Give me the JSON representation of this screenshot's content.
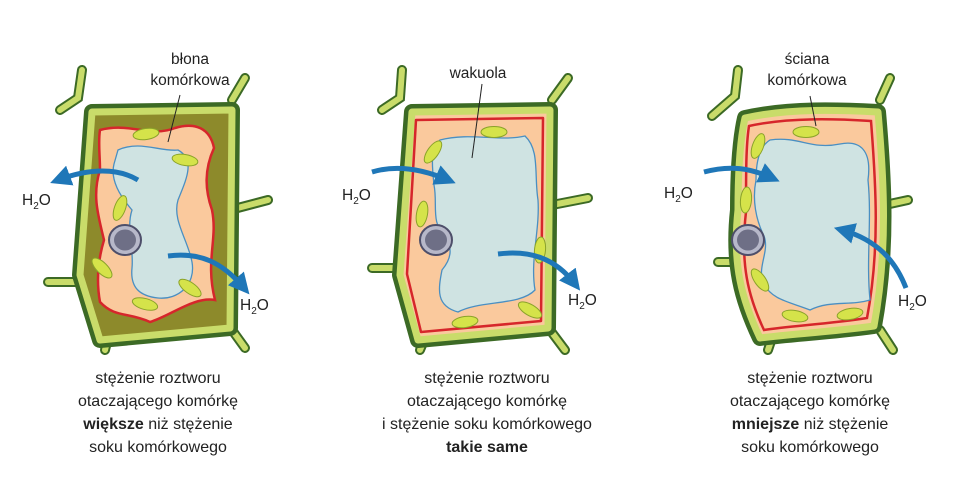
{
  "labels": {
    "membrane_line1": "błona",
    "membrane_line2": "komórkowa",
    "vacuole": "wakuola",
    "wall_line1": "ściana",
    "wall_line2": "komórkowa"
  },
  "water": {
    "h": "H",
    "sub": "2",
    "o": "O"
  },
  "captions": [
    {
      "line1": "stężenie roztworu",
      "line2": "otaczającego komórkę",
      "line3_bold": "większe",
      "line3_rest": " niż stężenie",
      "line4": "soku komórkowego"
    },
    {
      "line1": "stężenie roztworu",
      "line2": "otaczającego komórkę",
      "line3": "i stężenie soku komórkowego",
      "line4_bold": "takie same"
    },
    {
      "line1": "stężenie roztworu",
      "line2": "otaczającego komórkę",
      "line3_bold": "mniejsze",
      "line3_rest": " niż stężenie",
      "line4": "soku komórkowego"
    }
  ],
  "colors": {
    "wall_light": "#c9dc6a",
    "wall_dark": "#3c6a25",
    "cytoplasm": "#fac99d",
    "membrane": "#d6262b",
    "vacuole": "#cfe3e2",
    "vacuole_edge": "#4a8fc2",
    "chloroplast": "#d5e34a",
    "arrow": "#1f77b8",
    "shrunk_space": "#8d8a2b"
  }
}
